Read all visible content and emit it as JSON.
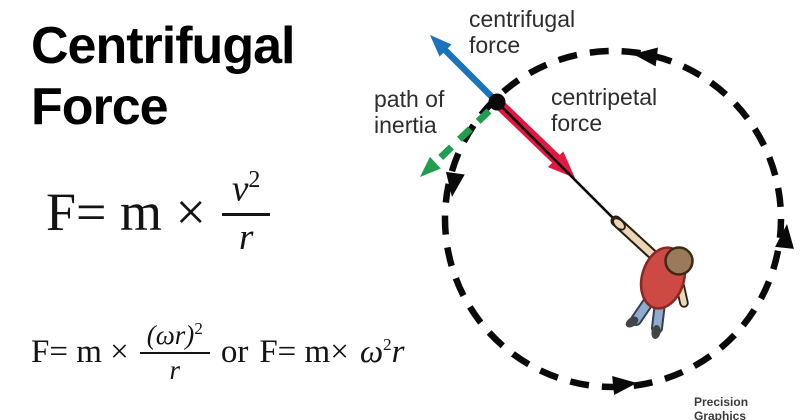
{
  "title": "Centrifugal\nForce",
  "formulas": {
    "main": {
      "lhs": "F= m ×",
      "num_var": "v",
      "num_exp": "2",
      "den": "r"
    },
    "alt": {
      "lhs": "F= m ×",
      "num_var": "(ωr)",
      "num_exp": "2",
      "den": "r",
      "connector": "or",
      "lhs2": "F= m×",
      "var2": "ω",
      "exp2": "2",
      "tail2": "r"
    }
  },
  "diagram": {
    "labels": {
      "centrifugal": "centrifugal\nforce",
      "path_of_inertia": "path of\ninertia",
      "centripetal": "centripetal\nforce"
    },
    "credit": "Precision Graphics"
  },
  "colors": {
    "centrifugal_arrow": "#1a73bb",
    "centripetal_arrow": "#e3173f",
    "inertia_arrow": "#1f9e4f",
    "circle": "#0a0a0a",
    "rope": "#0a0a0a",
    "shirt": "#cc4944",
    "shirt_outline": "#8a2824",
    "jeans": "#8fabd0",
    "jeans_outline": "#33404f",
    "hair": "#9b7a5b",
    "hair_outline": "#3a2a18",
    "skin": "#ead7b8",
    "skin_outline": "#2b1f12",
    "shoe": "#444444"
  }
}
